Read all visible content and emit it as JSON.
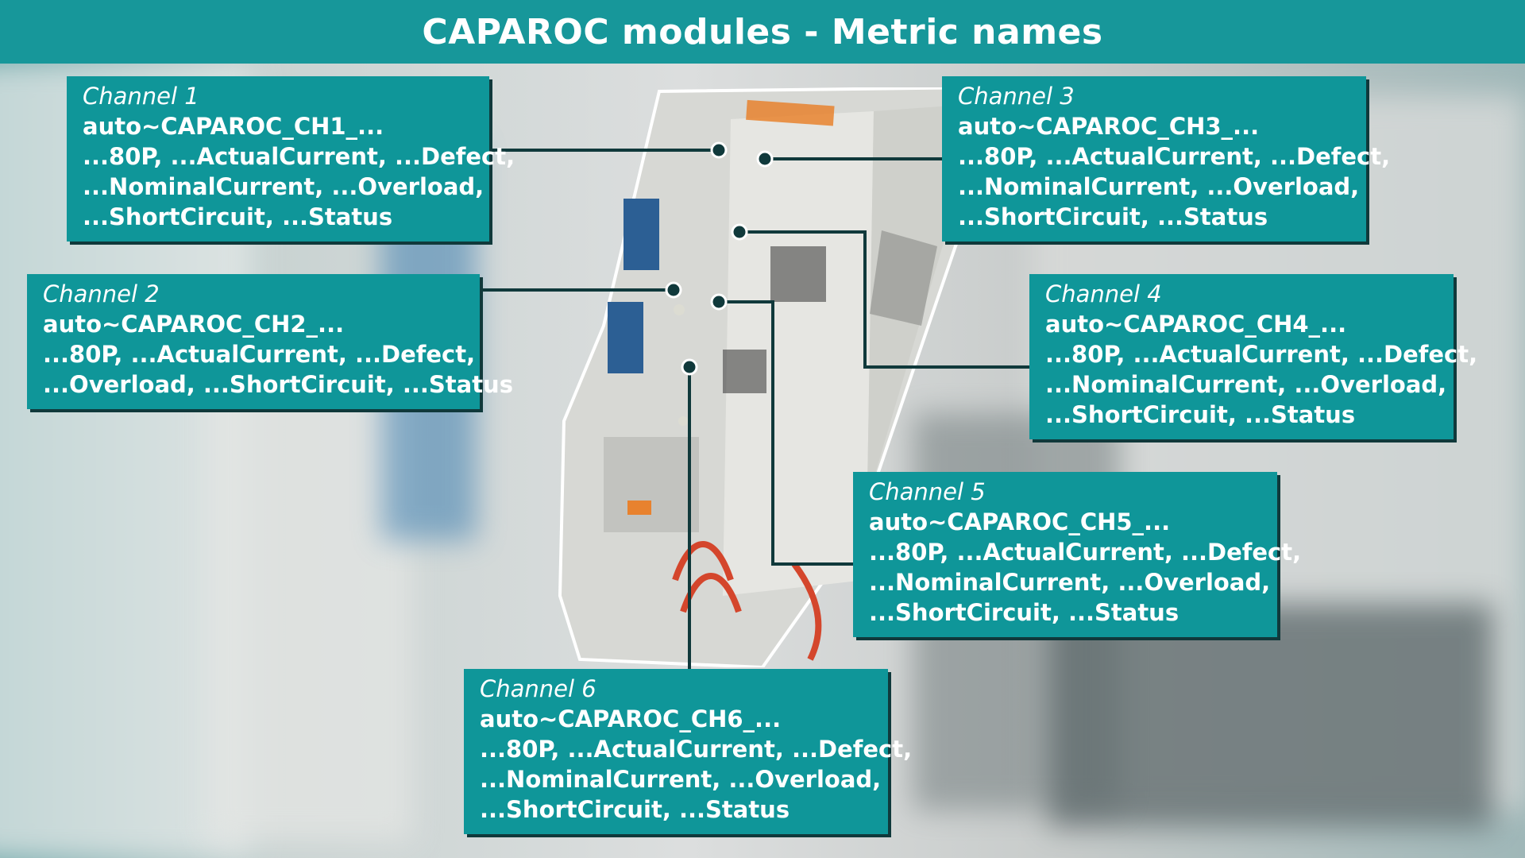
{
  "title": "CAPAROC modules - Metric names",
  "colors": {
    "accent": "#17979a",
    "card": "#0f9699",
    "text": "#ffffff"
  },
  "channels": [
    {
      "label": "Channel 1",
      "prefix": "auto~CAPAROC_CH1_...",
      "lines": [
        "...80P, ...ActualCurrent, ...Defect,",
        "...NominalCurrent, ...Overload,",
        "...ShortCircuit, ...Status"
      ]
    },
    {
      "label": "Channel 2",
      "prefix": "auto~CAPAROC_CH2_...",
      "lines": [
        "...80P, ...ActualCurrent, ...Defect,",
        "...Overload, ...ShortCircuit, ...Status"
      ]
    },
    {
      "label": "Channel 3",
      "prefix": "auto~CAPAROC_CH3_...",
      "lines": [
        "...80P, ...ActualCurrent, ...Defect,",
        "...NominalCurrent, ...Overload,",
        "...ShortCircuit, ...Status"
      ]
    },
    {
      "label": "Channel 4",
      "prefix": "auto~CAPAROC_CH4_...",
      "lines": [
        "...80P, ...ActualCurrent, ...Defect,",
        "...NominalCurrent, ...Overload,",
        "...ShortCircuit, ...Status"
      ]
    },
    {
      "label": "Channel 5",
      "prefix": "auto~CAPAROC_CH5_...",
      "lines": [
        "...80P, ...ActualCurrent, ...Defect,",
        "...NominalCurrent, ...Overload,",
        "...ShortCircuit, ...Status"
      ]
    },
    {
      "label": "Channel 6",
      "prefix": "auto~CAPAROC_CH6_...",
      "lines": [
        "...80P, ...ActualCurrent, ...Defect,",
        "...NominalCurrent, ...Overload,",
        "...ShortCircuit, ...Status"
      ]
    }
  ]
}
